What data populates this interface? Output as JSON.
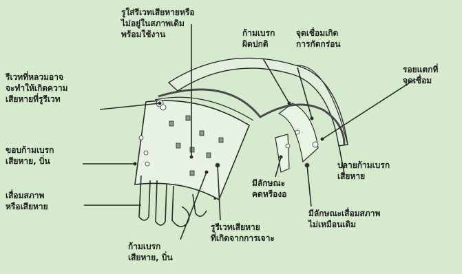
{
  "colors": {
    "background": "#d6ebcd",
    "shoe_body": "#e9f3e4",
    "outline": "#2a2a2a",
    "lining": "#4a4a4a"
  },
  "labels": {
    "rivet_hole_not_ready": "รูใส่รีเวทเสียหายหรือ\nไม่อยู่ในสภาพเดิม\nพร้อมใช้งาน",
    "shoe_abnormal": "ก้ามเบรก\nผิดปกติ",
    "weld_corrosion": "จุดเชื่อมเกิด\nการกัดกร่อน",
    "weld_crack": "รอยแตกที่\nจุดเชื่อม",
    "loose_rivet": "รีเวทที่หลวมอาจ\nจะทำให้เกิดความ\nเสียหายที่รูรีเวท",
    "shoe_edge_damage": "ขอบก้ามเบรก\nเสียหาย, บิ่น",
    "worn_damaged": "เสื่อมสภาพ\nหรือเสียหาย",
    "deformed": "มีลักษณะ\nคดหรืองอ",
    "shoe_tip_damage": "ปลายก้ามเบรก\nเสียหาย",
    "deteriorated": "มีลักษณะเสื่อมสภาพ\nไม่เหมือนเดิม",
    "drill_rivet_damage": "รูรีเวทเสียหาย\nที่เกิดจากการเจาะ",
    "shoe_chipped": "ก้ามเบรก\nเสียหาย, บิ่น"
  }
}
